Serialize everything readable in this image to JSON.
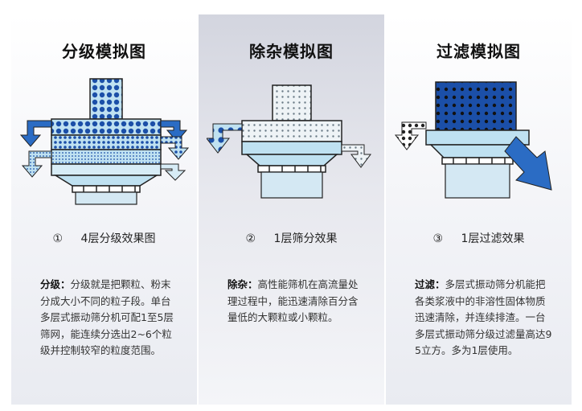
{
  "panels": [
    {
      "title": "分级模拟图",
      "caption_number": "①",
      "caption_text": "4层分级效果图",
      "desc_label": "分级：",
      "desc_text": "分级就是把颗粒、粉末分成大小不同的粒子段。单台多层式振动筛分机可配1至5层筛网，能连续分选出2~6个粒级并控制较窄的粒度范围。"
    },
    {
      "title": "除杂模拟图",
      "caption_number": "②",
      "caption_text": "1层筛分效果",
      "desc_label": "除杂：",
      "desc_text": "高性能筛机在高流量处理过程中，能迅速清除百分含量低的大颗粒或小颗粒。"
    },
    {
      "title": "过滤模拟图",
      "caption_number": "③",
      "caption_text": "1层过滤效果",
      "desc_label": "过滤：",
      "desc_text": "多层式振动筛分机能把各类浆液中的非溶性固体物质迅速清除，并连续排渣。一台多层式振动筛分级过滤量高达95立方。多为1层使用。"
    }
  ],
  "colors": {
    "machine_body": "#bfe1f1",
    "particle_blue": "#1b4fa8",
    "arrow_blue": "#2b6cc4",
    "frame_dark": "#222222"
  },
  "icons": [
    "down-arrow-icon",
    "right-arrow-icon"
  ]
}
